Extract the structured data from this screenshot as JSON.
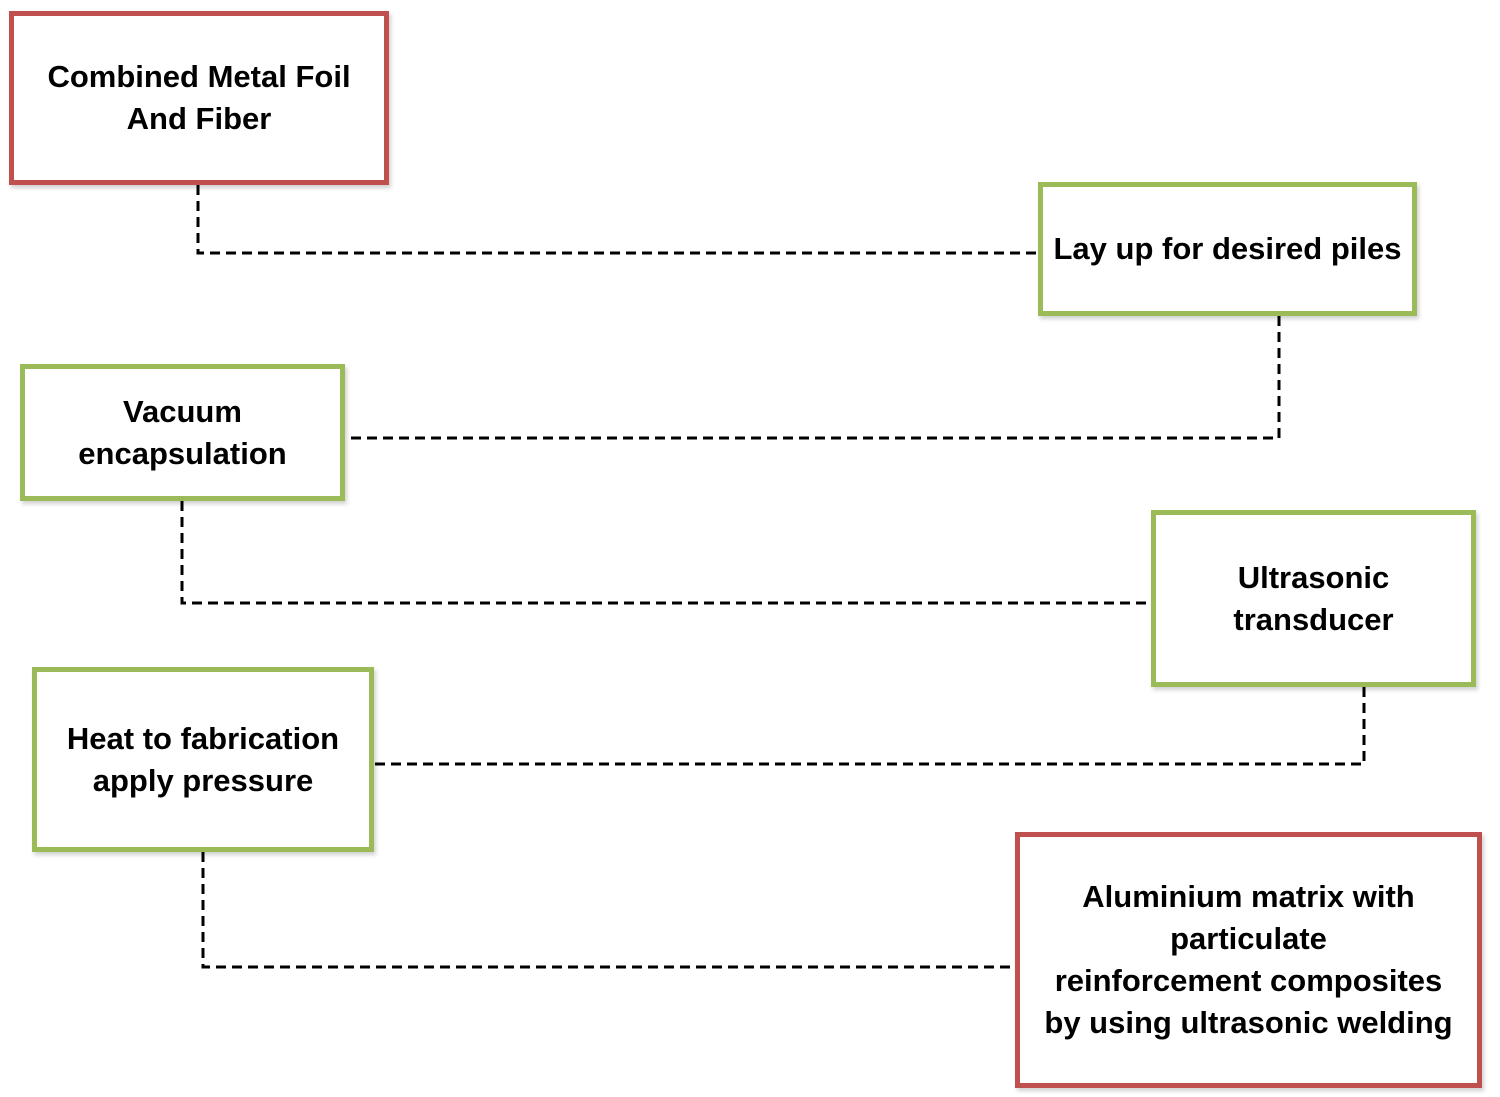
{
  "flow": {
    "start": {
      "line1": "Combined Metal Foil",
      "line2": "And Fiber",
      "color": "#c0504d"
    },
    "layup": {
      "line1": "Lay up for desired piles",
      "color": "#9bbb59"
    },
    "vacuum": {
      "line1": "Vacuum",
      "line2": "encapsulation",
      "color": "#9bbb59"
    },
    "ultrasonic": {
      "line1": "Ultrasonic",
      "line2": "transducer",
      "color": "#9bbb59"
    },
    "heat": {
      "line1": "Heat to fabrication",
      "line2": "apply pressure",
      "color": "#9bbb59"
    },
    "end": {
      "line1": "Aluminium matrix with",
      "line2": "particulate",
      "line3": "reinforcement composites",
      "line4": "by using ultrasonic welding",
      "color": "#c0504d"
    },
    "connector_style": "dashed",
    "connector_color": "#000000"
  }
}
